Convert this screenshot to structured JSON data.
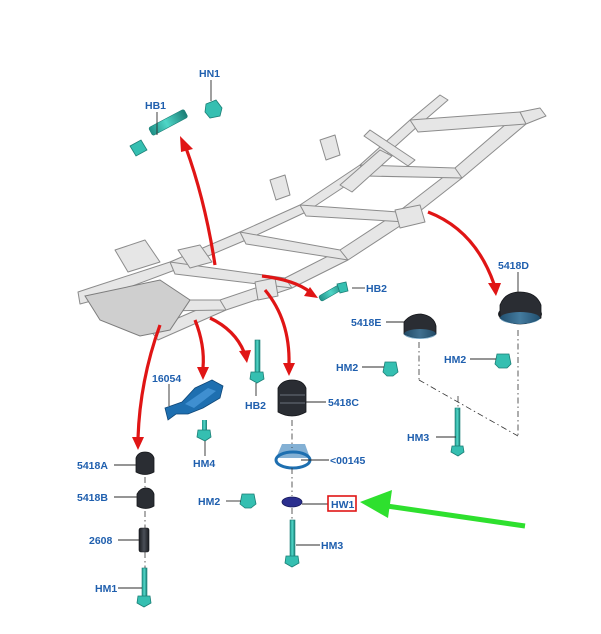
{
  "colors": {
    "label": "#1f5fae",
    "arrow_red": "#e01515",
    "arrow_green": "#2ee02e",
    "highlight_box": "#e01515",
    "fastener": "#35bfb1",
    "rubber": "#2a2d33"
  },
  "labels": {
    "hn1": "HN1",
    "hb1": "HB1",
    "hb2_top": "HB2",
    "hb2_mid": "HB2",
    "p5418d": "5418D",
    "p5418e": "5418E",
    "hm2_right": "HM2",
    "hm2_mid": "HM2",
    "hm2_low": "HM2",
    "p16054": "16054",
    "p5418c": "5418C",
    "hm3_right": "HM3",
    "hm4": "HM4",
    "p00145": "<00145",
    "p5418a": "5418A",
    "p5418b": "5418B",
    "hw1": "HW1",
    "p2608": "2608",
    "hm3_low": "HM3",
    "hm1": "HM1"
  }
}
